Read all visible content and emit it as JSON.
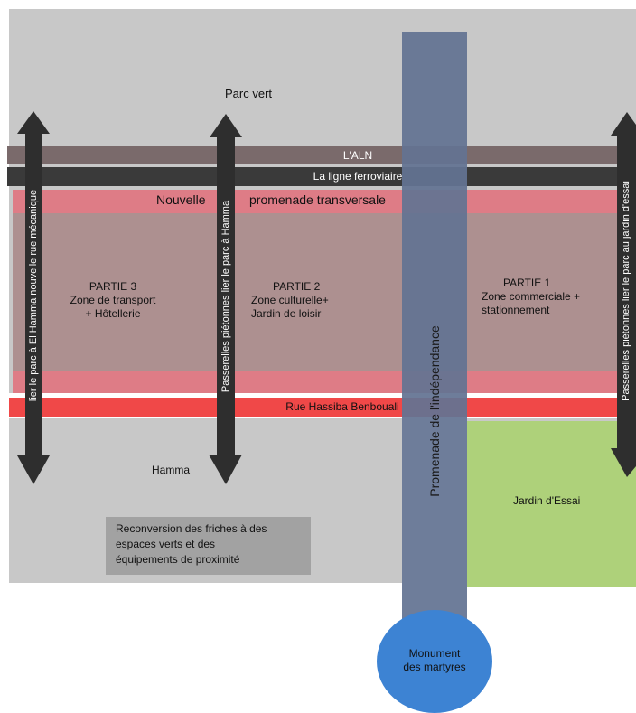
{
  "labels": {
    "parc_vert": "Parc vert",
    "aln": "L'ALN",
    "ligne_ferroviaire": "La ligne ferroviaire",
    "nouvelle": "Nouvelle",
    "promenade_transversale": "promenade transversale",
    "partie3": {
      "title": "PARTIE 3",
      "line1": "Zone de transport",
      "line2": "+ Hôtellerie"
    },
    "partie2": {
      "title": "PARTIE 2",
      "line1": "Zone culturelle+",
      "line2": "Jardin de loisir"
    },
    "partie1": {
      "title": "PARTIE 1",
      "line1": "Zone commerciale +",
      "line2": "stationnement"
    },
    "rue_hassiba": "Rue Hassiba Benbouali",
    "hamma": "Hamma",
    "jardin_essai": "Jardin d'Essai",
    "reconversion": {
      "line1": "Reconversion des friches à des",
      "line2": "espaces verts et des",
      "line3": "équipements de proximité"
    },
    "promenade_independance": "Promenade de l'indépendance",
    "monument": {
      "line1": "Monument",
      "line2": "des martyres"
    }
  },
  "arrows": {
    "left": "lier le parc à El Hamma nouvelle rue mécanique",
    "middle": "Passerelles piétonnes lier le parc à Hamma",
    "right": "Passerelles piétonnes lier le parc au jardin d'essai"
  },
  "colors": {
    "grey_bg": "#c8c8c8",
    "aln_band": "#7a6a6b",
    "rail_band": "#3a3a3a",
    "pink_band": "#de7c86",
    "zone_band": "#ad9090",
    "rue_red": "#f04848",
    "promenade_blue": "#637392",
    "green": "#aed17a",
    "monument_blue": "#3d83d3",
    "arrow_dark": "#2e2e2e"
  }
}
